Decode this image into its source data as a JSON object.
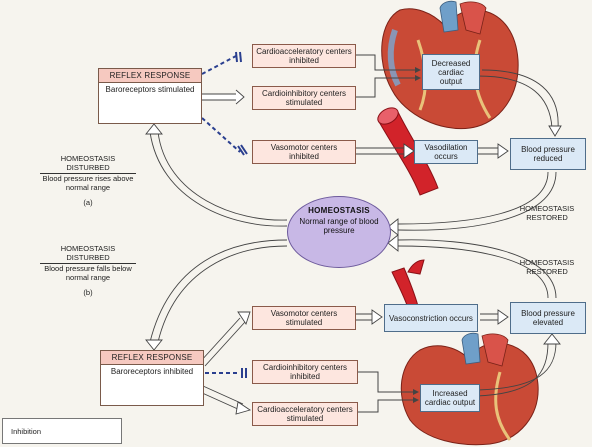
{
  "top": {
    "reflex_header": "REFLEX RESPONSE",
    "reflex_body": "Baroreceptors stimulated",
    "box1": "Cardioacceleratory centers inhibited",
    "box2": "Cardioinhibitory centers stimulated",
    "box3": "Vasomotor centers inhibited",
    "output": "Decreased cardiac output",
    "vaso": "Vasodilation occurs",
    "bp": "Blood pressure reduced",
    "disturbed_title": "HOMEOSTASIS DISTURBED",
    "disturbed_body": "Blood pressure rises above normal range",
    "part": "(a)",
    "restored": "HOMEOSTASIS RESTORED"
  },
  "center": {
    "title": "HOMEOSTASIS",
    "body": "Normal range of blood pressure"
  },
  "bottom": {
    "reflex_header": "REFLEX RESPONSE",
    "reflex_body": "Baroreceptors inhibited",
    "box1": "Vasomotor centers stimulated",
    "box2": "Cardioinhibitory centers inhibited",
    "box3": "Cardioacceleratory centers stimulated",
    "vaso": "Vasoconstriction occurs",
    "bp": "Blood pressure elevated",
    "output": "Increased cardiac output",
    "disturbed_title": "HOMEOSTASIS DISTURBED",
    "disturbed_body": "Blood pressure falls below normal range",
    "part": "(b)",
    "restored": "HOMEOSTASIS RESTORED"
  },
  "legend": {
    "label": "Inhibition"
  },
  "colors": {
    "pink_header": "#f6c9c0",
    "blue_box": "#dbe9f6",
    "homeostasis": "#c8b8e6",
    "inhibition": "#2a3f8f",
    "vessel": "#d2232a"
  }
}
